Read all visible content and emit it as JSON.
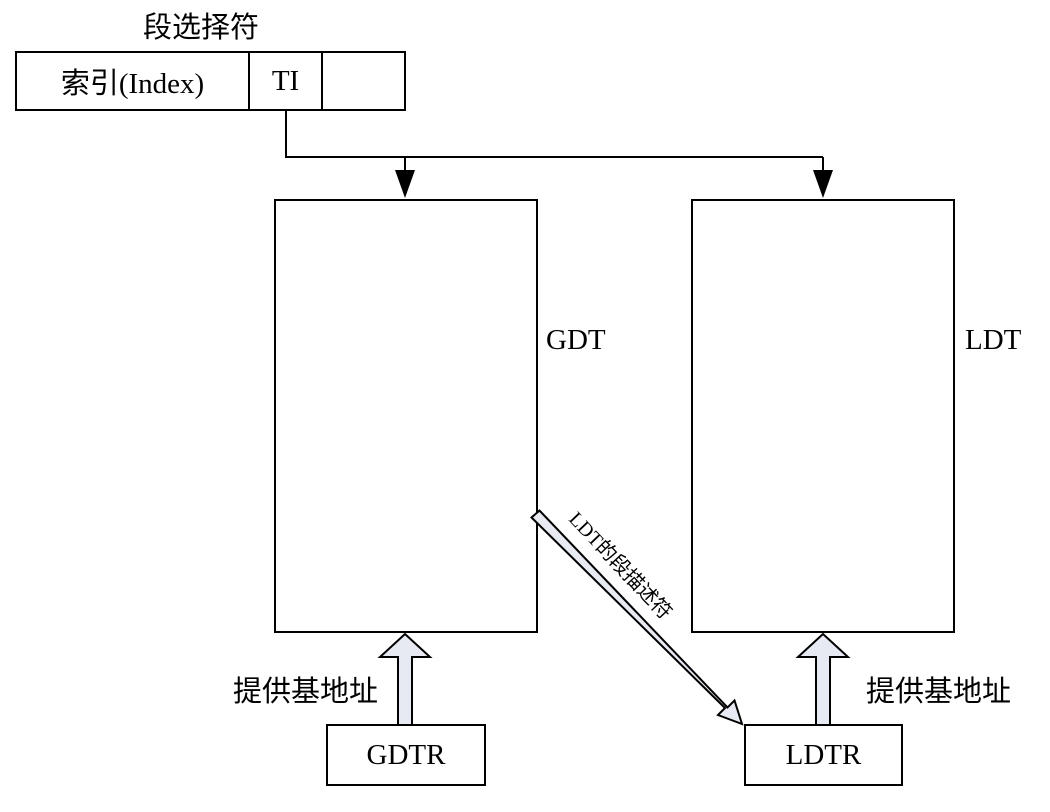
{
  "selector": {
    "title": "段选择符",
    "index_label": "索引(Index)",
    "ti_label": "TI",
    "rpl_label": ""
  },
  "tables": {
    "gdt_label": "GDT",
    "ldt_label": "LDT"
  },
  "registers": {
    "gdtr_label": "GDTR",
    "ldtr_label": "LDTR"
  },
  "annotations": {
    "gdt_base_note": "提供基地址",
    "ldt_base_note": "提供基地址",
    "ldt_descriptor_note": "LDT的段描述符"
  },
  "colors": {
    "stroke": "#000000",
    "arrow_fill": "#e8eaf3"
  }
}
